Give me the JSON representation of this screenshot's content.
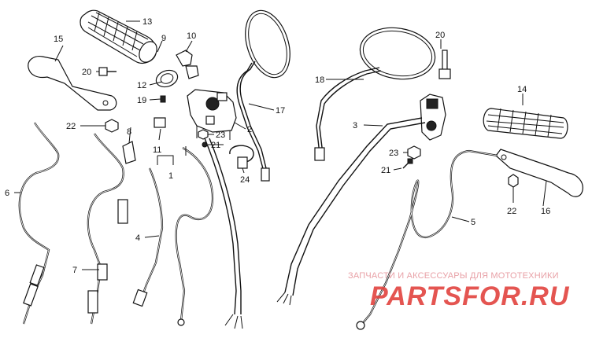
{
  "callouts": [
    {
      "id": "c1",
      "text": "1"
    },
    {
      "id": "c2",
      "text": "2"
    },
    {
      "id": "c3",
      "text": "3"
    },
    {
      "id": "c4",
      "text": "4"
    },
    {
      "id": "c5",
      "text": "5"
    },
    {
      "id": "c6",
      "text": "6"
    },
    {
      "id": "c7",
      "text": "7"
    },
    {
      "id": "c8",
      "text": "8"
    },
    {
      "id": "c9",
      "text": "9"
    },
    {
      "id": "c10",
      "text": "10"
    },
    {
      "id": "c11",
      "text": "11"
    },
    {
      "id": "c12",
      "text": "12"
    },
    {
      "id": "c13",
      "text": "13"
    },
    {
      "id": "c14",
      "text": "14"
    },
    {
      "id": "c15",
      "text": "15"
    },
    {
      "id": "c16",
      "text": "16"
    },
    {
      "id": "c17",
      "text": "17"
    },
    {
      "id": "c18",
      "text": "18"
    },
    {
      "id": "c19",
      "text": "19"
    },
    {
      "id": "c20a",
      "text": "20"
    },
    {
      "id": "c20b",
      "text": "20"
    },
    {
      "id": "c21a",
      "text": "21"
    },
    {
      "id": "c21b",
      "text": "21"
    },
    {
      "id": "c22a",
      "text": "22"
    },
    {
      "id": "c22b",
      "text": "22"
    },
    {
      "id": "c23a",
      "text": "23"
    },
    {
      "id": "c23b",
      "text": "23"
    },
    {
      "id": "c24",
      "text": "24"
    }
  ],
  "watermark": {
    "tagline": "ЗАПЧАСТИ И АКСЕССУАРЫ ДЛЯ МОТОТЕХНИКИ",
    "brand": "PARTSFOR.RU",
    "color": "#e2433f"
  }
}
